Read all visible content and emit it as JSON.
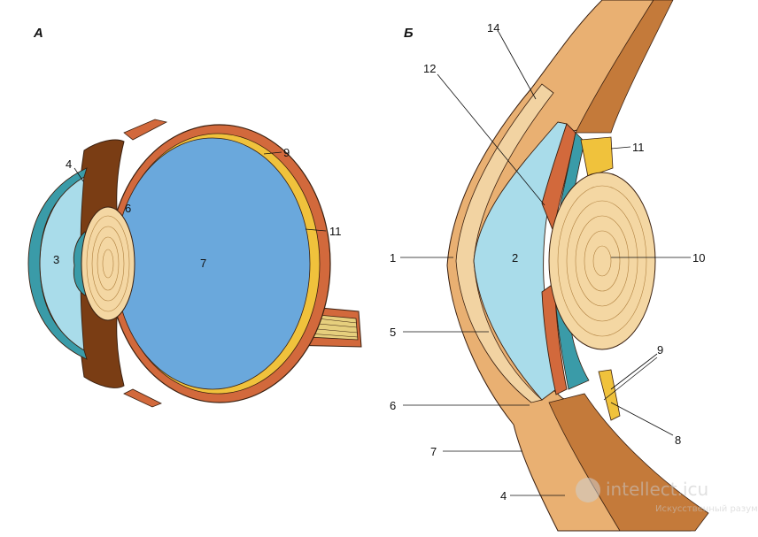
{
  "panels": {
    "a": "А",
    "b": "Б"
  },
  "labels_a": {
    "n3": "3",
    "n4": "4",
    "n6": "6",
    "n7": "7",
    "n9": "9",
    "n11": "11"
  },
  "labels_b": {
    "n1": "1",
    "n2": "2",
    "n4": "4",
    "n5": "5",
    "n6": "6",
    "n7": "7",
    "n8": "8",
    "n9": "9",
    "n10": "10",
    "n11": "11",
    "n12": "12",
    "n14": "14"
  },
  "watermark": {
    "domain": "intellect.icu",
    "tagline": "Искусственный разум"
  },
  "colors": {
    "sclera": "#d2693c",
    "choroid": "#7a3d14",
    "retina": "#f0c23c",
    "vitreous": "#6aa8dc",
    "aqueous": "#a9dcea",
    "cornea": "#3a9ba8",
    "lens": "#f4d7a3",
    "tissue": "#e9b072",
    "nerve": "#e6cf7d"
  }
}
